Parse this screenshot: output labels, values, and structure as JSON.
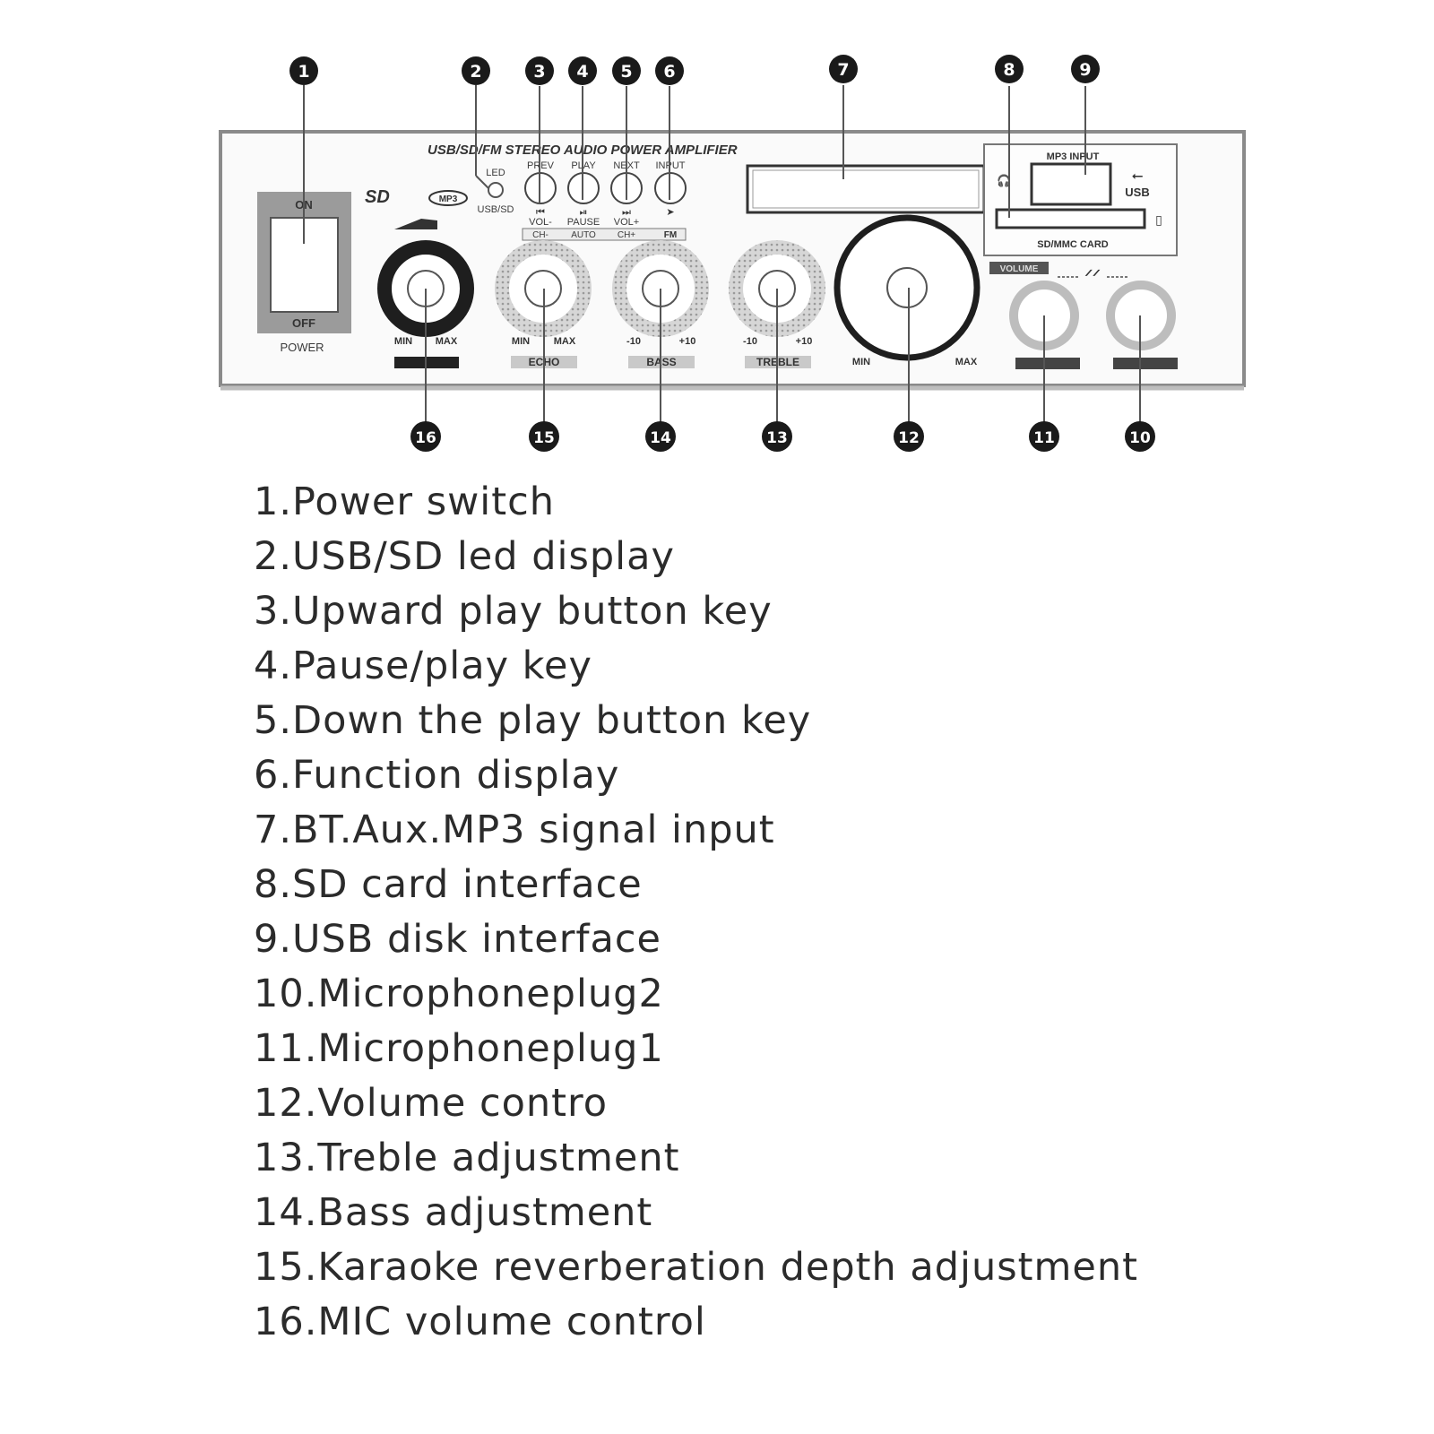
{
  "panel": {
    "title": "USB/SD/FM STEREO AUDIO POWER AMPLIFIER",
    "power_on": "ON",
    "power_off": "OFF",
    "power_label": "POWER",
    "sd_logo": "SD",
    "mp3_logo": "MP3",
    "led_label": "LED",
    "usb_sd_label": "USB/SD",
    "btn_prev": "PREV",
    "btn_play": "PLAY",
    "btn_next": "NEXT",
    "btn_input": "INPUT",
    "sub_vol_minus": "VOL-",
    "sub_pause": "PAUSE",
    "sub_vol_plus": "VOL+",
    "sub_ch_minus": "CH-",
    "sub_auto": "AUTO",
    "sub_ch_plus": "CH+",
    "sub_fm": "FM",
    "mp3_input": "MP3 INPUT",
    "usb_label": "USB",
    "sd_mmc": "SD/MMC CARD",
    "volume_tag": "VOLUME",
    "mic_min": "MIN",
    "mic_max": "MAX",
    "echo_min": "MIN",
    "echo_max": "MAX",
    "echo_label": "ECHO",
    "bass_minus": "-10",
    "bass_plus": "+10",
    "bass_label": "BASS",
    "treble_minus": "-10",
    "treble_plus": "+10",
    "treble_label": "TREBLE",
    "vol_min": "MIN",
    "vol_max": "MAX"
  },
  "callouts": [
    "1",
    "2",
    "3",
    "4",
    "5",
    "6",
    "7",
    "8",
    "9",
    "10",
    "11",
    "12",
    "13",
    "14",
    "15",
    "16"
  ],
  "legend": [
    "1.Power switch",
    "2.USB/SD led display",
    "3.Upward play button key",
    "4.Pause/play key",
    "5.Down the play button key",
    "6.Function display",
    "7.BT.Aux.MP3 signal input",
    "8.SD card interface",
    "9.USB disk interface",
    "10.Microphoneplug2",
    "11.Microphoneplug1",
    "12.Volume contro",
    "13.Treble adjustment",
    "14.Bass adjustment",
    "15.Karaoke reverberation depth adjustment",
    "16.MIC volume control"
  ]
}
